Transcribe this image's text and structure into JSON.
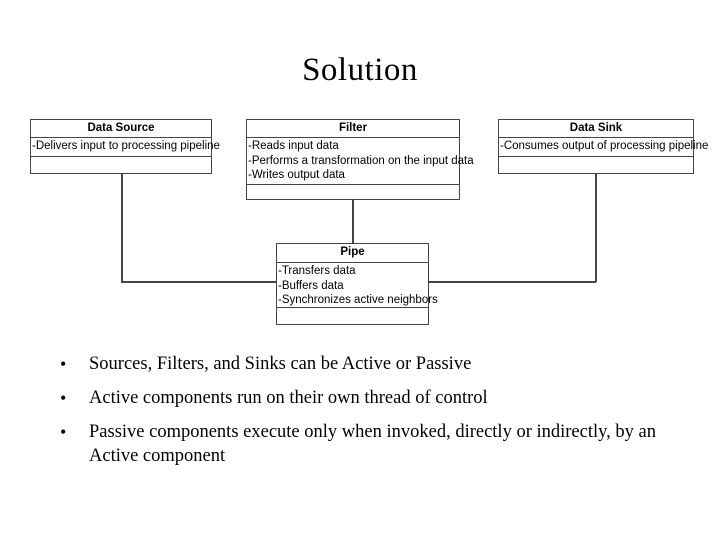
{
  "slide": {
    "title": "Solution",
    "background_color": "#ffffff",
    "text_color": "#000000",
    "box_border_color": "#444444"
  },
  "diagram": {
    "type": "uml-class-diagram",
    "boxes": [
      {
        "id": "data-source",
        "name": "Data Source",
        "operations": [
          "-Delivers input to processing pipeline"
        ]
      },
      {
        "id": "filter",
        "name": "Filter",
        "operations": [
          "-Reads input data",
          "-Performs a transformation on the input data",
          "-Writes output data"
        ]
      },
      {
        "id": "data-sink",
        "name": "Data Sink",
        "operations": [
          "-Consumes output of processing pipeline"
        ]
      },
      {
        "id": "pipe",
        "name": "Pipe",
        "operations": [
          "-Transfers data",
          "-Buffers data",
          "-Synchronizes active neighbors"
        ]
      }
    ],
    "connections": [
      {
        "from": "data-source",
        "to": "pipe"
      },
      {
        "from": "filter",
        "to": "pipe"
      },
      {
        "from": "data-sink",
        "to": "pipe"
      }
    ]
  },
  "bullets": [
    {
      "marker": "•",
      "text": "Sources, Filters, and Sinks can be Active or Passive"
    },
    {
      "marker": "•",
      "text": "Active components run on their own thread of control"
    },
    {
      "marker": "•",
      "text": "Passive components execute only when invoked, directly or indirectly, by an Active component"
    }
  ]
}
